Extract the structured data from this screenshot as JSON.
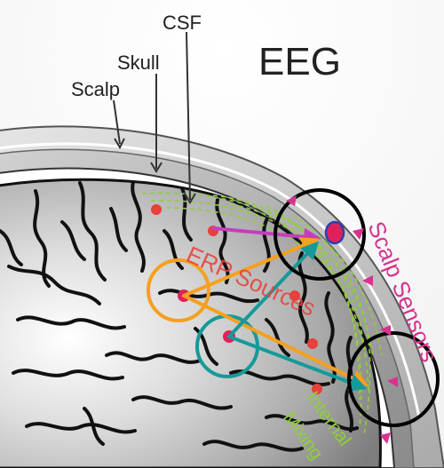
{
  "labels": {
    "csf": "CSF",
    "skull": "Skull",
    "scalp": "Scalp",
    "eeg": "EEG",
    "erp_sources": "ERP Sources",
    "scalp_sensors": "Scalp Sensors",
    "internal": "Internal",
    "mixing": "Mixing"
  },
  "colors": {
    "label_text": "#222222",
    "erp_sources": "#e8403a",
    "scalp_sensors": "#d6338f",
    "internal_mixing": "#8fcf3c",
    "orange_arrow": "#f5a01e",
    "teal_arrow": "#159a99",
    "magenta_arrow": "#c53dbf",
    "source_dot": "#e0205a",
    "sensor_marker": "#d6338f",
    "skull_gray": "#9b9b9b",
    "brain_gray": "#c9c9c9"
  }
}
